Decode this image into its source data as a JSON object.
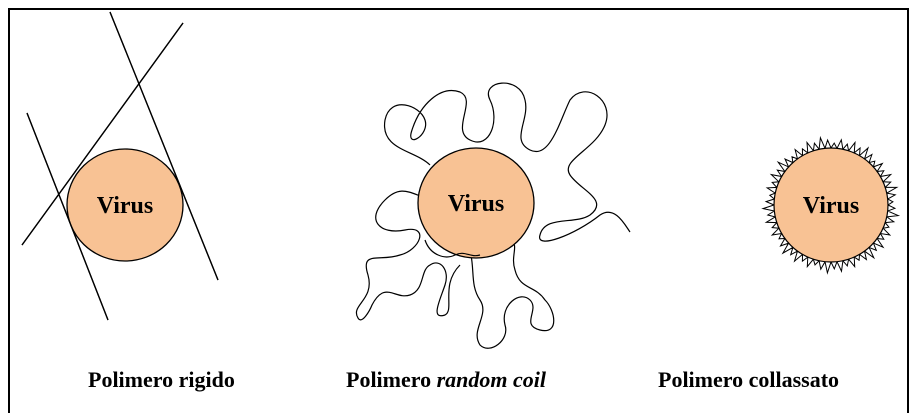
{
  "virus_fill": "#F8C294",
  "panels": [
    {
      "virus_label": "Virus",
      "caption": "Polimero rigido"
    },
    {
      "virus_label": "Virus",
      "caption_prefix": "Polimero ",
      "caption_italic": "random coil"
    },
    {
      "virus_label": "Virus",
      "caption": "Polimero collassato"
    }
  ]
}
